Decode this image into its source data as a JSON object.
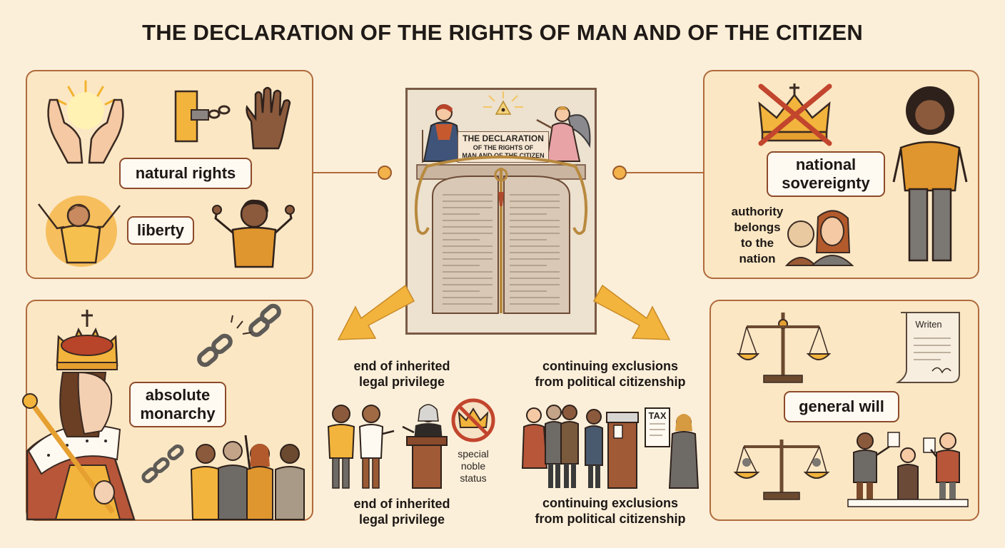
{
  "title": "THE DECLARATION OF THE RIGHTS OF MAN AND OF THE CITIZEN",
  "center": {
    "banner_line1": "THE DECLARATION",
    "banner_line2": "OF THE RIGHTS OF",
    "banner_line3": "MAN AND OF THE CITIZEN"
  },
  "panels": {
    "top_left": {
      "label1": "natural rights",
      "label2": "liberty"
    },
    "top_right": {
      "label_line1": "national",
      "label_line2": "sovereignty",
      "note_line1": "authority",
      "note_line2": "belongs",
      "note_line3": "to the",
      "note_line4": "nation"
    },
    "bottom_left": {
      "label_line1": "absolute",
      "label_line2": "monarchy"
    },
    "bottom_right": {
      "label": "general will",
      "scroll_text": "Writen"
    }
  },
  "middle": {
    "left_caption_top_line1": "end of inherited",
    "left_caption_top_line2": "legal privilege",
    "left_caption_bottom_line1": "end of inherited",
    "left_caption_bottom_line2": "legal privilege",
    "noble_line1": "special",
    "noble_line2": "noble",
    "noble_line3": "status",
    "right_caption_top_line1": "continuing exclusions",
    "right_caption_top_line2": "from political citizenship",
    "right_caption_bottom_line1": "continuing exclusions",
    "right_caption_bottom_line2": "from political citizenship",
    "tax_label": "TAX"
  },
  "colors": {
    "background": "#fbefd9",
    "panel_fill": "#fbe7c4",
    "panel_border": "#b06a3d",
    "accent_orange": "#e69a2e",
    "prohibition_red": "#c2452d"
  }
}
